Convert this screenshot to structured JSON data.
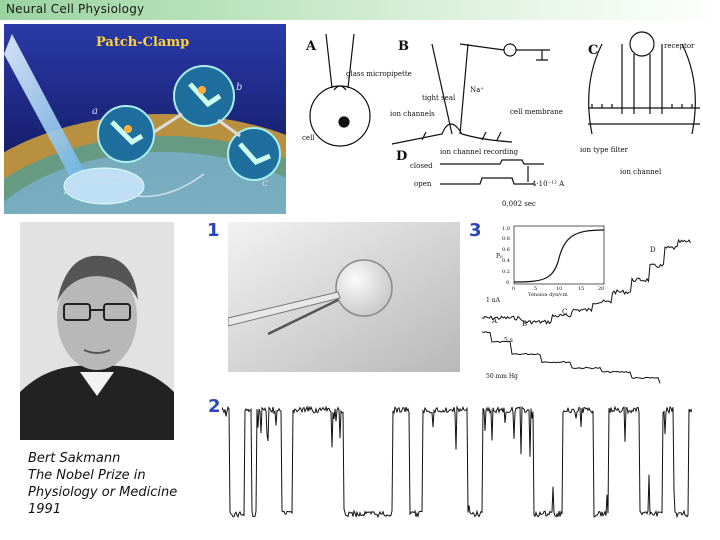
{
  "header": {
    "title": "Neural Cell Physiology"
  },
  "patch_clamp": {
    "title": "Patch-Clamp",
    "labels": [
      "a",
      "b",
      "c"
    ]
  },
  "schematic": {
    "panel_letters": [
      "A",
      "B",
      "C",
      "D"
    ],
    "labels": {
      "glass_micropipette": "glass micropipette",
      "cell": "cell",
      "tight_seal": "tight seal",
      "ion_channels": "ion channels",
      "cell_membrane": "cell membrane",
      "receptor": "receptor",
      "ion_type_filter": "ion type\nfilter",
      "ion_channel": "ion channel",
      "ion_channel_recording": "ion channel recording",
      "closed": "closed",
      "open": "open",
      "current_scale": "4·10⁻¹² A",
      "time_scale": "0,002 sec",
      "na": "Na⁺"
    }
  },
  "figure_numbers": {
    "n1": "1",
    "n2": "2",
    "n3": "3"
  },
  "caption": {
    "line1": "Bert Sakmann",
    "line2": "The Nobel Prize in",
    "line3": "Physiology or Medicine",
    "line4": "1991"
  },
  "traces_panel": {
    "labels": {
      "a": "A",
      "b": "B",
      "c": "C",
      "d": "D",
      "scale_current": "1 nA",
      "scale_time": "5 s",
      "pressure": "50 mm Hg",
      "inset_x": "Tension dyn/cm",
      "inset_y": "P₀"
    },
    "inset_ticks_x": [
      "0",
      "5",
      "10",
      "15",
      "20"
    ],
    "inset_ticks_y": [
      "0",
      "0.2",
      "0.4",
      "0.6",
      "0.8",
      "1.0"
    ]
  },
  "colors": {
    "number_blue": "#2b47b8",
    "header_green": "#9ad3a0",
    "patch_bg": "#1e2a8a"
  }
}
